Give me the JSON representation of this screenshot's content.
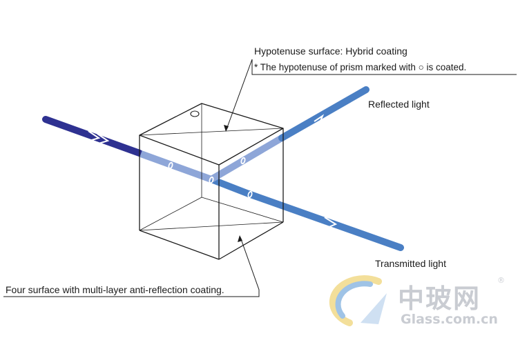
{
  "labels": {
    "hypotenuse_title": "Hypotenuse surface: Hybrid coating",
    "hypotenuse_note": "* The hypotenuse of prism marked with ○ is coated.",
    "reflected": "Reflected light",
    "transmitted": "Transmitted light",
    "ar_coating": "Four surface with multi-layer anti-reflection coating."
  },
  "watermark": {
    "chinese": "中玻网",
    "latin": "Glass.com.cn",
    "registered": "®"
  },
  "colors": {
    "incident_beam": "#2e3191",
    "inner_beam": "#8ea6d8",
    "output_beam": "#4a7fc4",
    "outline": "#1a1a1a",
    "watermark_gray": "#c9ccd2",
    "watermark_blue": "#9fc3e6",
    "watermark_yellow": "#f3df9a"
  }
}
